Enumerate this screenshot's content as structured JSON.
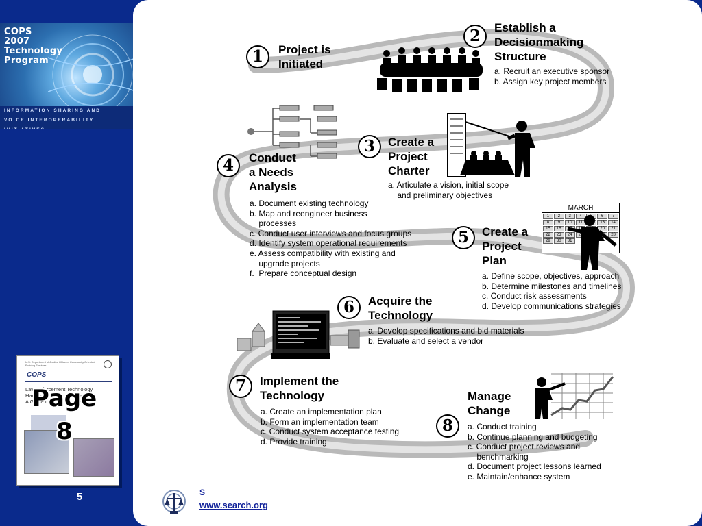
{
  "sidebar": {
    "banner_lines": [
      "COPS",
      "2007",
      "Technology",
      "Program"
    ],
    "initiative_lines": [
      "INFORMATION SHARING AND",
      "VOICE INTEROPERABILITY INITIATIVES"
    ],
    "cover": {
      "header": "U.S. Department of Justice\nOffice of Community Oriented Policing Services",
      "brand": "COPS",
      "title": "Law Enforcement Technology\nHandbook (Revised Quarterly)\nA Guide for Law Enforcement"
    },
    "page_label": "Page",
    "page_ref": "8",
    "slide_number": "5"
  },
  "steps": [
    {
      "num": "1",
      "title": "Project is\nInitiated",
      "items": ""
    },
    {
      "num": "2",
      "title": "Establish a\nDecisionmaking\nStructure",
      "items": "a. Recruit an executive sponsor\nb. Assign key project members"
    },
    {
      "num": "3",
      "title": "Create a\nProject\nCharter",
      "items": "a. Articulate a vision, initial scope\n    and preliminary objectives"
    },
    {
      "num": "4",
      "title": "Conduct\na Needs\nAnalysis",
      "items": "a. Document existing technology\nb. Map and reengineer business\n    processes\nc. Conduct user interviews and focus groups\nd. Identify system operational requirements\ne. Assess compatibility with existing and\n    upgrade projects\nf.  Prepare conceptual design"
    },
    {
      "num": "5",
      "title": "Create a\nProject\nPlan",
      "items": "a. Define scope, objectives, approach\nb. Determine milestones and timelines\nc. Conduct risk assessments\nd. Develop communications strategies"
    },
    {
      "num": "6",
      "title": "Acquire the\nTechnology",
      "items": "a. Develop specifications and bid materials\nb. Evaluate and select a vendor"
    },
    {
      "num": "7",
      "title": "Implement the\nTechnology",
      "items": "a. Create an implementation plan\nb. Form an implementation team\nc. Conduct system acceptance testing\nd. Provide training"
    },
    {
      "num": "8",
      "title": "Manage\nChange",
      "items": "a. Conduct training\nb. Continue planning and budgeting\nc. Conduct project reviews and\n    benchmarking\nd. Document project lessons learned\ne. Maintain/enhance system"
    }
  ],
  "calendar": {
    "month": "MARCH",
    "days": [
      "1",
      "2",
      "3",
      "4",
      "5",
      "6",
      "7",
      "8",
      "9",
      "10",
      "11",
      "12",
      "13",
      "14",
      "15",
      "16",
      "17",
      "18",
      "19",
      "20",
      "21",
      "22",
      "23",
      "24",
      "25",
      "26",
      "27",
      "28",
      "29",
      "30",
      "31"
    ]
  },
  "footer": {
    "name": "S",
    "url": "www.search.org"
  },
  "colors": {
    "background": "#0a2a8c",
    "panel": "#ffffff",
    "road": "#b9b9b9",
    "link": "#12239a"
  }
}
